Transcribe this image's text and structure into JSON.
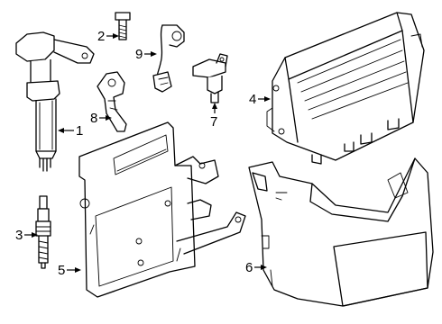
{
  "callouts": [
    {
      "id": "1",
      "label": "1"
    },
    {
      "id": "2",
      "label": "2"
    },
    {
      "id": "3",
      "label": "3"
    },
    {
      "id": "4",
      "label": "4"
    },
    {
      "id": "5",
      "label": "5"
    },
    {
      "id": "6",
      "label": "6"
    },
    {
      "id": "7",
      "label": "7"
    },
    {
      "id": "8",
      "label": "8"
    },
    {
      "id": "9",
      "label": "9"
    }
  ],
  "icons": {
    "ignition_coil": "ignition-coil-icon",
    "bolt": "bolt-icon",
    "spark_plug": "spark-plug-icon",
    "ecm": "engine-control-module-icon",
    "bracket": "mounting-bracket-icon",
    "cover": "ecm-cover-icon",
    "cam_sensor": "camshaft-sensor-icon",
    "crank_sensor": "crankshaft-sensor-icon",
    "knock_sensor": "knock-sensor-icon"
  }
}
